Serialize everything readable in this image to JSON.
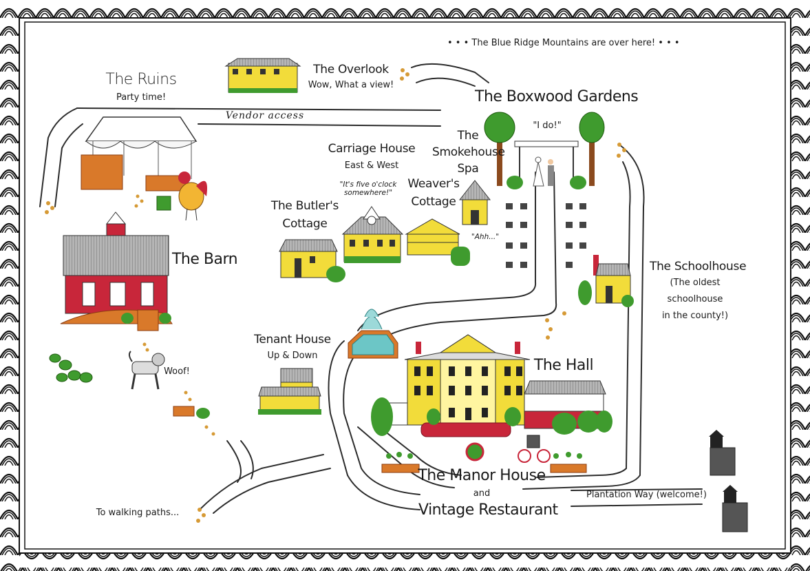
{
  "map": {
    "header_note": "• • •  The Blue Ridge Mountains are over here!  • • •",
    "places": {
      "ruins": {
        "title": "The Ruins",
        "subtitle": "Party time!"
      },
      "overlook": {
        "title": "The Overlook",
        "subtitle": "Wow, What a view!"
      },
      "boxwood": {
        "title": "The Boxwood Gardens",
        "subtitle": "\"I do!\""
      },
      "carriage": {
        "title": "Carriage House",
        "subtitle": "East & West",
        "note": "\"It's five o'clock somewhere!\""
      },
      "smokehouse": {
        "title_l1": "The",
        "title_l2": "Smokehouse",
        "title_l3": "Spa",
        "note": "\"Ahh...\""
      },
      "weavers": {
        "title_l1": "Weaver's",
        "title_l2": "Cottage"
      },
      "butlers": {
        "title_l1": "The Butler's",
        "title_l2": "Cottage"
      },
      "barn": {
        "title": "The Barn",
        "note": "Woof!"
      },
      "schoolhouse": {
        "title": "The Schoolhouse",
        "sub_l1": "(The oldest",
        "sub_l2": "schoolhouse",
        "sub_l3": "in the county!)"
      },
      "tenant": {
        "title": "Tenant House",
        "subtitle": "Up & Down"
      },
      "hall": {
        "title": "The Hall"
      },
      "manor": {
        "title": "The Manor House",
        "and": "and",
        "restaurant": "Vintage Restaurant"
      }
    },
    "roads": {
      "vendor": "Vendor access",
      "plantation": "Plantation Way (welcome!)",
      "walking": "To walking paths..."
    },
    "colors": {
      "yellow": "#f2dc3a",
      "red": "#c8263a",
      "green": "#3f9b2e",
      "path": "#2b2b2b",
      "gravel": "#d69a35",
      "roof": "#9a9a9a"
    }
  }
}
